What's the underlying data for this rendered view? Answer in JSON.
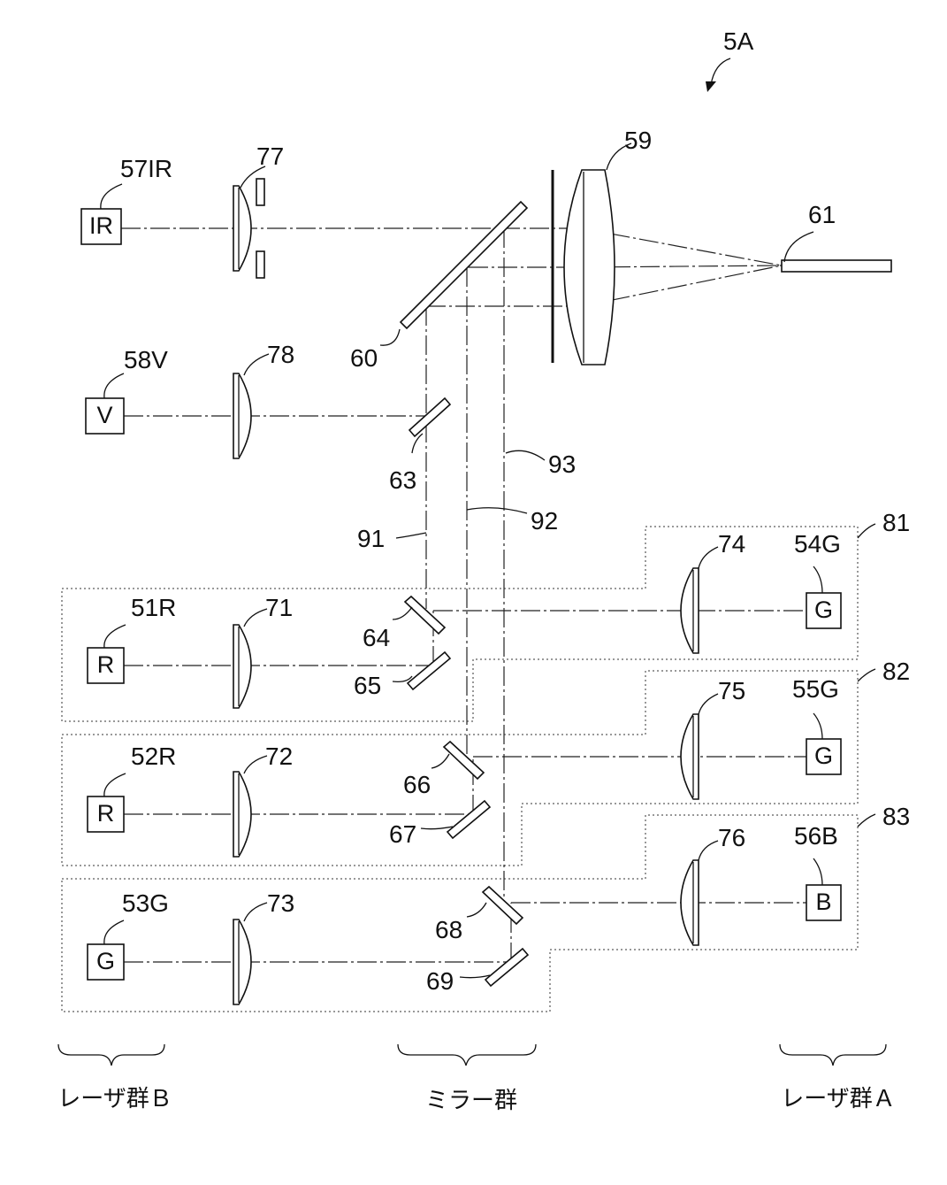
{
  "figure": {
    "ref": "5A",
    "sources": [
      {
        "id": "57IR",
        "text": "IR"
      },
      {
        "id": "58V",
        "text": "V"
      },
      {
        "id": "51R",
        "text": "R"
      },
      {
        "id": "52R",
        "text": "R"
      },
      {
        "id": "53G",
        "text": "G"
      },
      {
        "id": "54G",
        "text": "G"
      },
      {
        "id": "55G",
        "text": "G"
      },
      {
        "id": "56B",
        "text": "B"
      }
    ],
    "lenses": [
      "77",
      "78",
      "71",
      "72",
      "73",
      "74",
      "75",
      "76",
      "59"
    ],
    "mirrors": [
      "60",
      "63",
      "64",
      "65",
      "66",
      "67",
      "68",
      "69"
    ],
    "beams": [
      "91",
      "92",
      "93"
    ],
    "fiber": "61",
    "units": [
      "81",
      "82",
      "83"
    ],
    "groups": {
      "laser_b": "レーザ群Ｂ",
      "mirror": "ミラー群",
      "laser_a": "レーザ群Ａ"
    }
  }
}
